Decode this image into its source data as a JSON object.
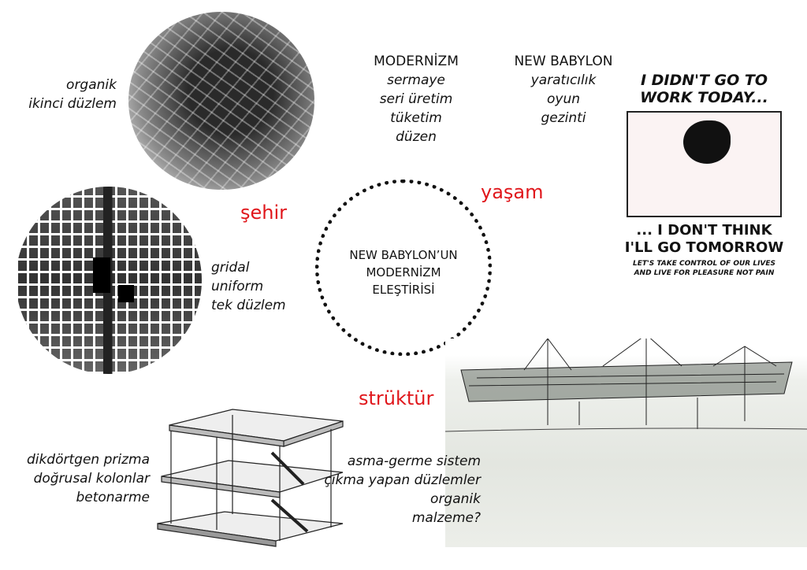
{
  "city": {
    "label": "şehir",
    "organic": [
      "organik",
      "ikinci düzlem"
    ],
    "grid": [
      "gridal",
      "uniform",
      "tek düzlem"
    ]
  },
  "center": [
    "NEW BABYLON’UN",
    "MODERNİZM",
    "ELEŞTİRİSİ"
  ],
  "life": {
    "label": "yaşam",
    "modernism": {
      "title": "MODERNİZM",
      "items": [
        "sermaye",
        "seri üretim",
        "tüketim",
        "düzen"
      ]
    },
    "new_babylon": {
      "title": "NEW BABYLON",
      "items": [
        "yaratıcılık",
        "oyun",
        "gezinti"
      ]
    }
  },
  "poster": {
    "top": [
      "I DIDN'T GO TO",
      "WORK TODAY..."
    ],
    "bottom": [
      "... I DON'T THINK",
      "I'LL GO TOMORROW"
    ],
    "footer": [
      "LET'S TAKE CONTROL OF OUR LIVES",
      "AND LIVE FOR PLEASURE NOT PAIN"
    ]
  },
  "structure": {
    "label": "strüktür",
    "modern": [
      "dikdörtgen prizma",
      "doğrusal kolonlar",
      "betonarme"
    ],
    "nb": [
      "asma-germe sistem",
      "çıkma yapan düzlemler",
      "organik",
      "malzeme?"
    ]
  },
  "colors": {
    "accent": "#e0161b"
  }
}
